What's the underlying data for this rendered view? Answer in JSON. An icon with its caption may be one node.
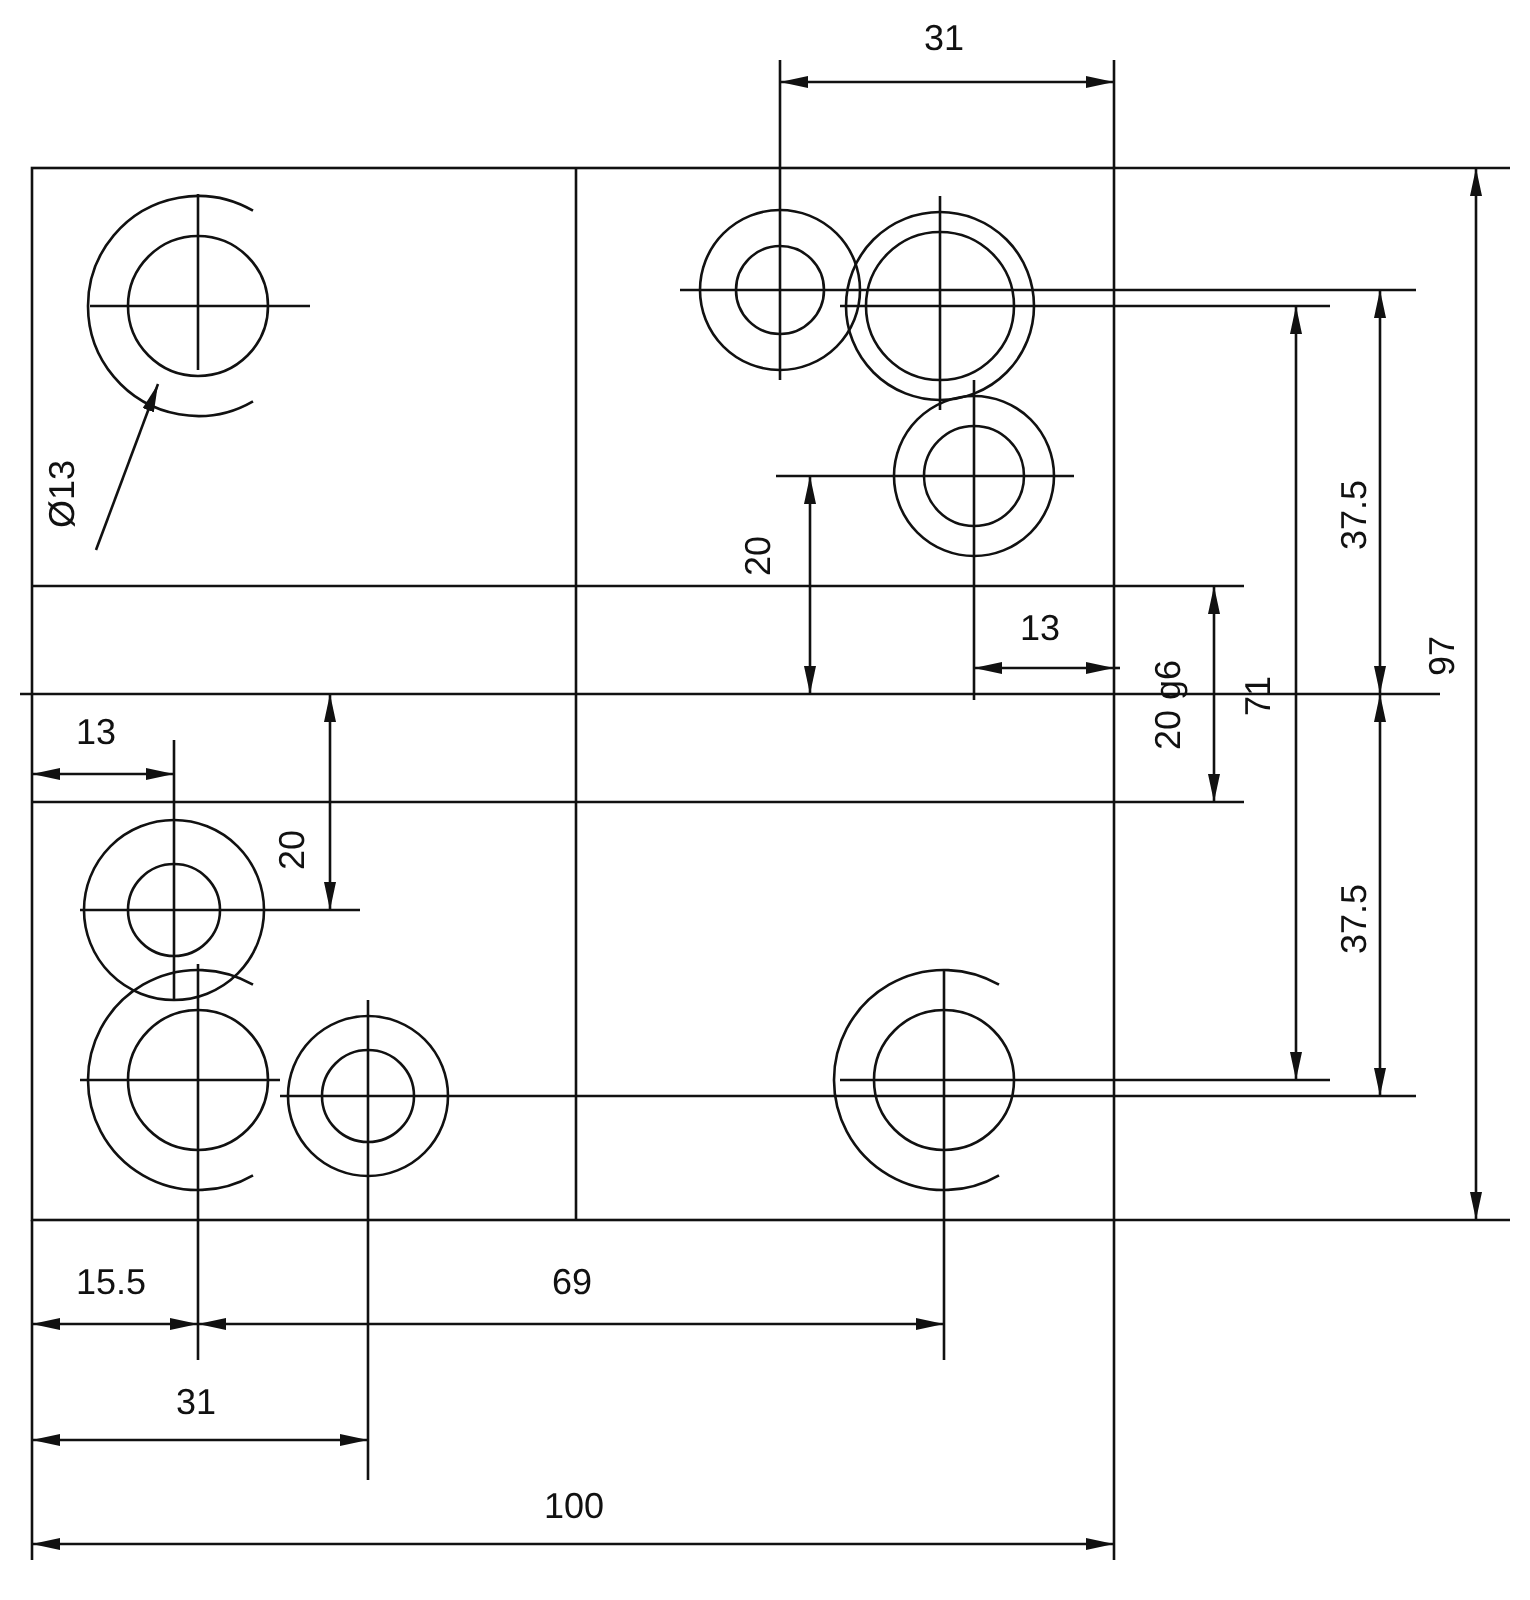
{
  "diagram": {
    "labels": [
      "31",
      "Ø13",
      "37.5",
      "20",
      "97",
      "13",
      "20 g6",
      "71",
      "13",
      "20",
      "37.5",
      "15.5",
      "69",
      "31",
      "100"
    ]
  }
}
